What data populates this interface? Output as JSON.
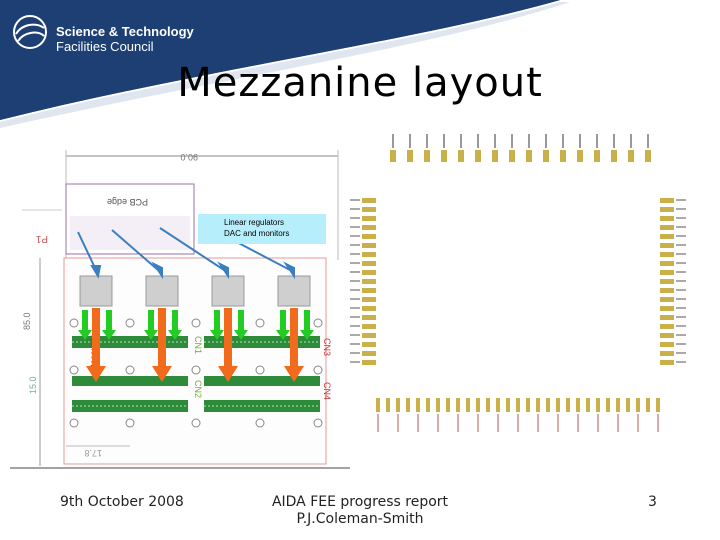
{
  "header": {
    "org_line1": "Science & Technology",
    "org_line2": "Facilities Council"
  },
  "slide": {
    "title": "Mezzanine layout"
  },
  "drawing": {
    "dim_width": "90.0",
    "dim_height": "85.0",
    "dim_small": "15.0",
    "dim_bottom": "17.8",
    "ref_p1": "P1",
    "pcb_edge": "PCB edge",
    "decouple": "Decouple",
    "cn1": "CN1",
    "cn2": "CN2",
    "cn3": "CN3",
    "cn4": "CN4",
    "callout_line1": "Linear regulators",
    "callout_line2": "DAC and monitors"
  },
  "colors": {
    "banner": "#1d3f73",
    "arrow_green": "#22cc22",
    "arrow_orange": "#f26b1d",
    "arrow_blue": "#3b7fbf",
    "connector_green": "#2e8b3a",
    "callout_bg": "#b7eefb"
  },
  "footer": {
    "date": "9th October 2008",
    "line1": "AIDA FEE progress report",
    "line2": "P.J.Coleman-Smith",
    "page": "3"
  }
}
